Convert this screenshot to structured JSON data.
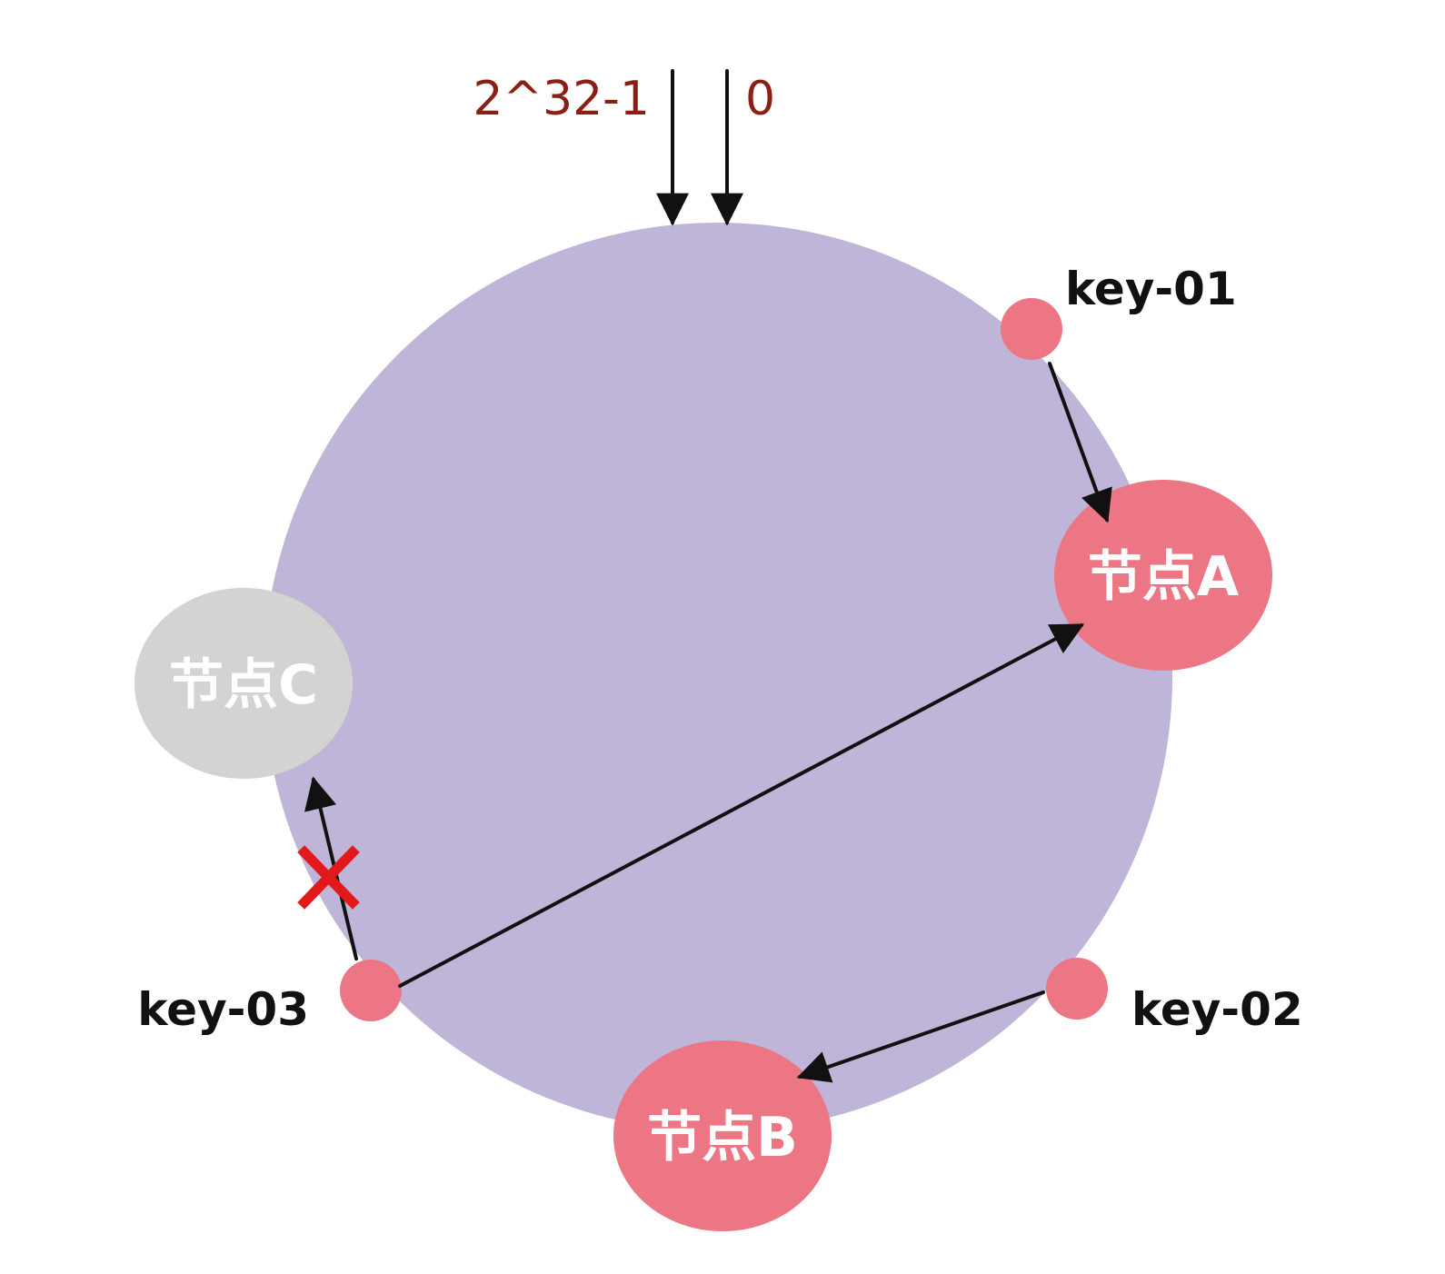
{
  "ring": {
    "max_label": "2^32-1",
    "zero_label": "0"
  },
  "nodes": {
    "a": {
      "label": "节点A",
      "state": "active"
    },
    "b": {
      "label": "节点B",
      "state": "active"
    },
    "c": {
      "label": "节点C",
      "state": "removed"
    }
  },
  "keys": {
    "k1": {
      "label": "key-01"
    },
    "k2": {
      "label": "key-02"
    },
    "k3": {
      "label": "key-03"
    }
  },
  "colors": {
    "ring": "#beb5d8",
    "active_node": "#ec7683",
    "removed_node": "#d3d3d3",
    "key_dot": "#ec7683",
    "label_red": "#8b1f14",
    "cross": "#e1191b",
    "arrow": "#111111"
  },
  "icons": {
    "removed_mark": "cross-icon"
  }
}
